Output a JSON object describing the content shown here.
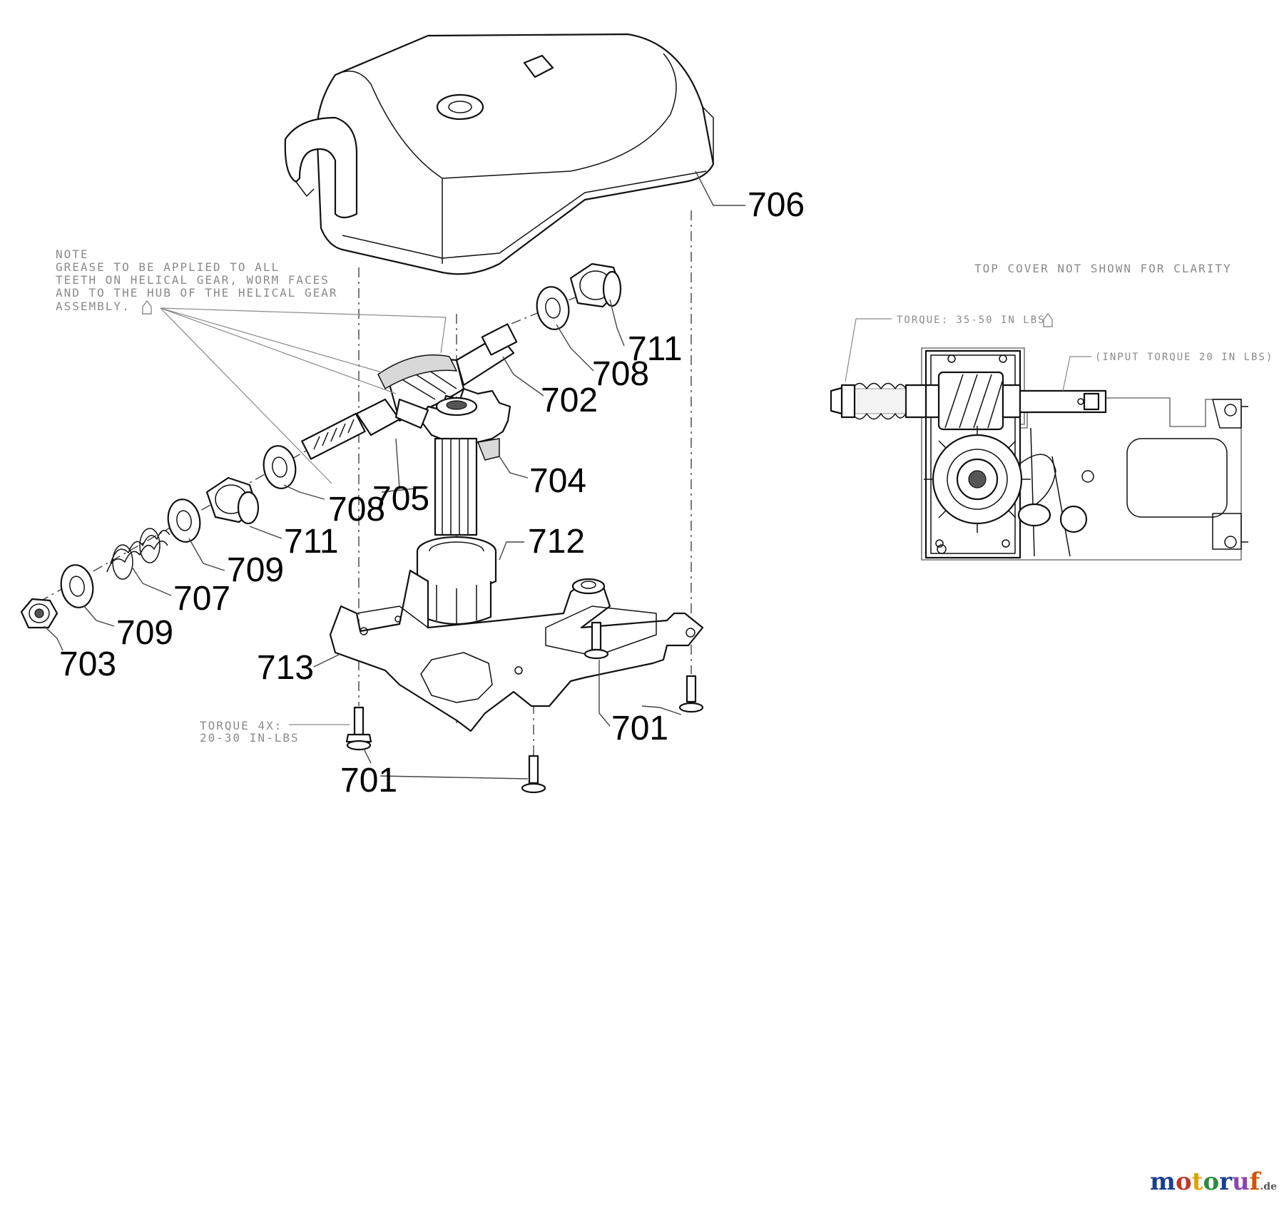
{
  "diagram": {
    "part_labels": [
      "706",
      "711",
      "708",
      "702",
      "704",
      "708",
      "705",
      "711",
      "712",
      "709",
      "707",
      "709",
      "703",
      "713",
      "701",
      "701"
    ],
    "notes": {
      "grease": [
        "NOTE",
        "GREASE TO BE APPLIED TO ALL",
        "TEETH ON HELICAL GEAR, WORM FACES",
        "AND TO THE HUB OF THE HELICAL GEAR",
        "ASSEMBLY."
      ],
      "top_cover": "TOP COVER NOT SHOWN FOR CLARITY",
      "torque_spring": "TORQUE: 35-50 IN LBS",
      "input_torque": "(INPUT TORQUE 20 IN LBS)",
      "torque_bolts": [
        "TORQUE 4X:",
        "20-30 IN-LBS"
      ]
    }
  },
  "watermark": {
    "brand": "motoruf",
    "suffix": ".de",
    "colors": [
      "#1b3f8f",
      "#c0392b",
      "#e0a100",
      "#2e8b3e",
      "#1b3f8f",
      "#8e44ad",
      "#d35400"
    ]
  }
}
